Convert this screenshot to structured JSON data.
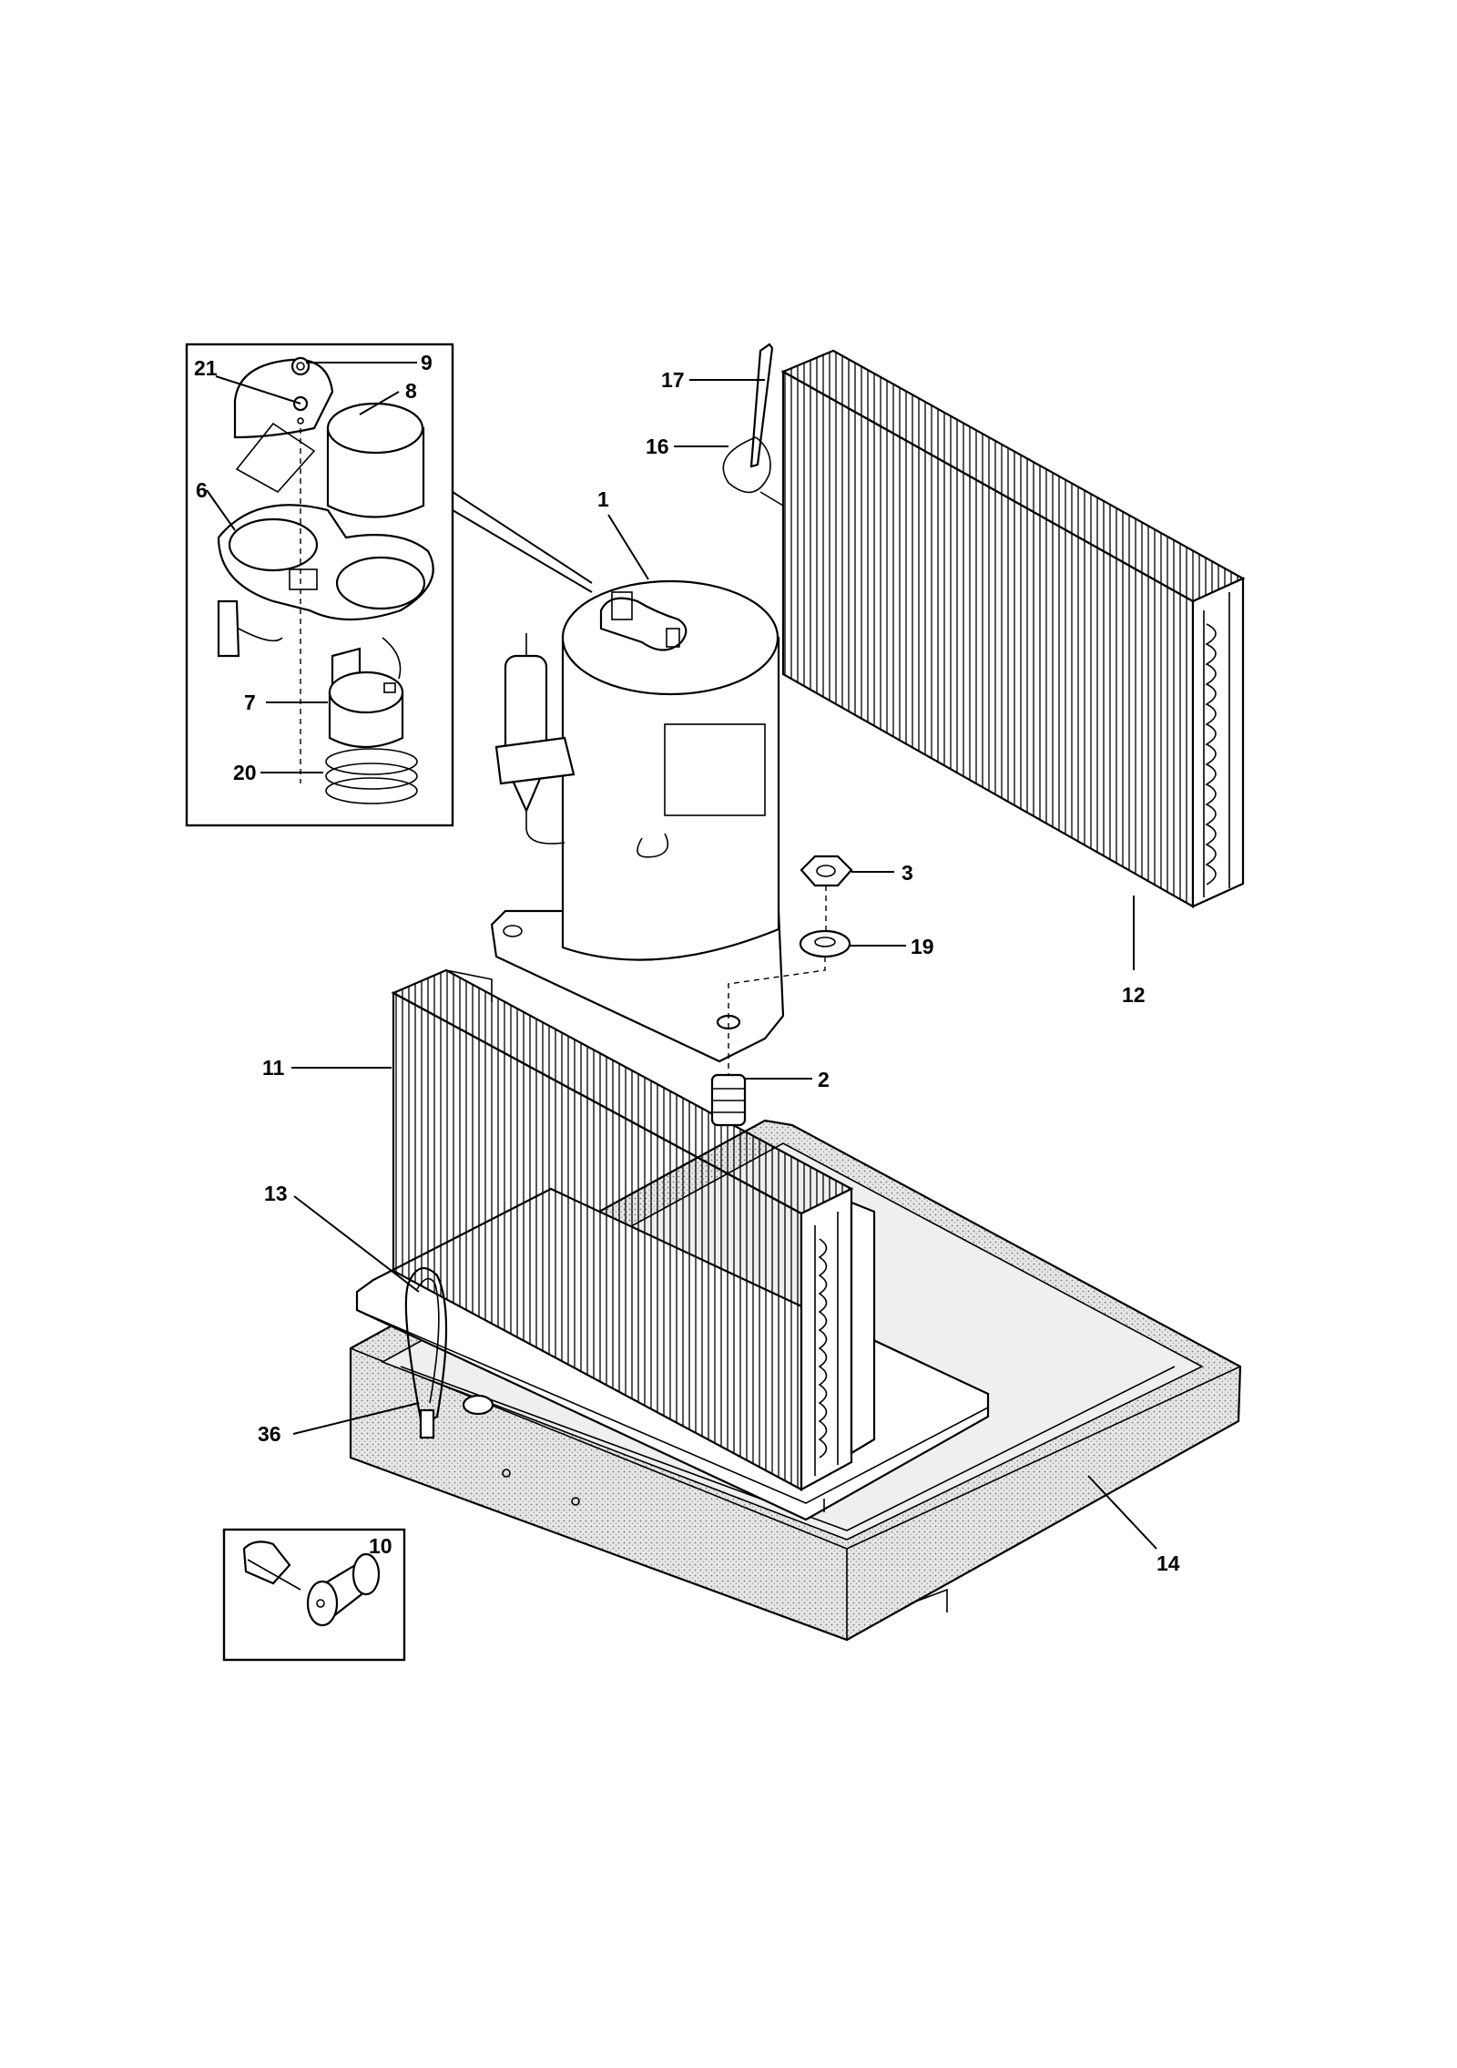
{
  "diagram": {
    "callouts": [
      {
        "id": "c1",
        "text": "1"
      },
      {
        "id": "c2",
        "text": "2"
      },
      {
        "id": "c3",
        "text": "3"
      },
      {
        "id": "c6",
        "text": "6"
      },
      {
        "id": "c7",
        "text": "7"
      },
      {
        "id": "c8",
        "text": "8"
      },
      {
        "id": "c9",
        "text": "9"
      },
      {
        "id": "c10",
        "text": "10"
      },
      {
        "id": "c11",
        "text": "11"
      },
      {
        "id": "c12",
        "text": "12"
      },
      {
        "id": "c13",
        "text": "13"
      },
      {
        "id": "c14",
        "text": "14"
      },
      {
        "id": "c16",
        "text": "16"
      },
      {
        "id": "c17",
        "text": "17"
      },
      {
        "id": "c19",
        "text": "19"
      },
      {
        "id": "c20",
        "text": "20"
      },
      {
        "id": "c21",
        "text": "21"
      },
      {
        "id": "c36",
        "text": "36"
      }
    ],
    "colors": {
      "ink": "#000000",
      "paper": "#ffffff",
      "stipple": "#c8c8c8"
    }
  }
}
